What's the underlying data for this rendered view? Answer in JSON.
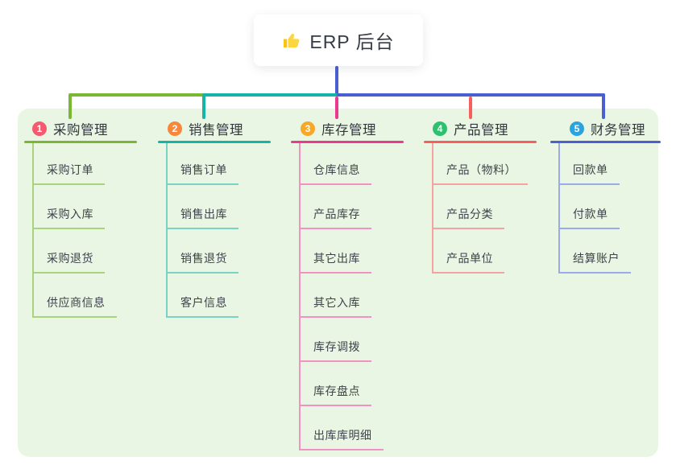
{
  "root": {
    "label": "ERP 后台",
    "icon": "thumbs-up-icon"
  },
  "connector": {
    "stem_color": "#4a5fd1"
  },
  "branches": [
    {
      "num": "1",
      "label": "采购管理",
      "badge_color": "#f55a6e",
      "line_color": "#7ab833",
      "light_color": "#a9d37d",
      "children": [
        "采购订单",
        "采购入库",
        "采购退货",
        "供应商信息"
      ]
    },
    {
      "num": "2",
      "label": "销售管理",
      "badge_color": "#f8873c",
      "line_color": "#14b4a6",
      "light_color": "#7ad2c6",
      "children": [
        "销售订单",
        "销售出库",
        "销售退货",
        "客户信息"
      ]
    },
    {
      "num": "3",
      "label": "库存管理",
      "badge_color": "#f7a827",
      "line_color": "#e93a90",
      "light_color": "#f192c3",
      "children": [
        "仓库信息",
        "产品库存",
        "其它出库",
        "其它入库",
        "库存调拨",
        "库存盘点",
        "出库库明细"
      ]
    },
    {
      "num": "4",
      "label": "产品管理",
      "badge_color": "#2ec06e",
      "line_color": "#f75f5f",
      "light_color": "#f7a2a2",
      "children": [
        "产品（物料）",
        "产品分类",
        "产品单位"
      ]
    },
    {
      "num": "5",
      "label": "财务管理",
      "badge_color": "#2ba3df",
      "line_color": "#4a5fd1",
      "light_color": "#9aabe8",
      "children": [
        "回款单",
        "付款单",
        "结算账户"
      ]
    }
  ]
}
